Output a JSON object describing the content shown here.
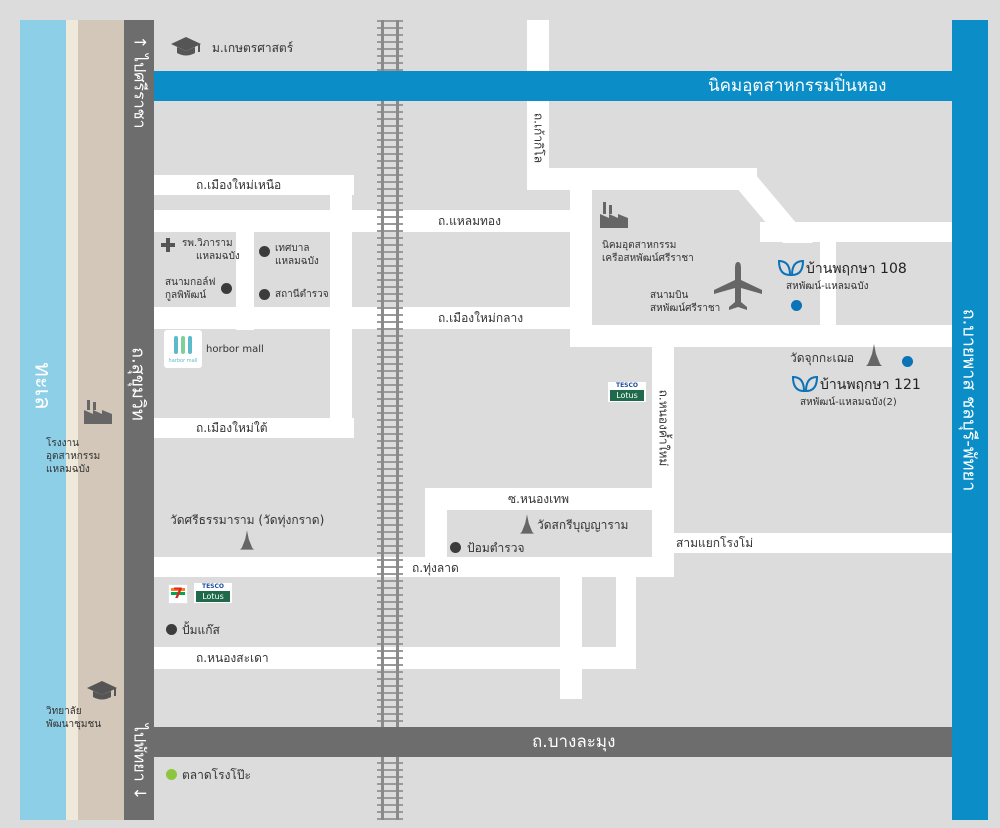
{
  "colors": {
    "sea": "#8ecfe8",
    "sand": "#d2c7b8",
    "land": "#dcdcdc",
    "main_road": "#6d6d6d",
    "blue_road": "#0b8ec8",
    "road": "#ffffff",
    "icon": "#555555",
    "label": "#333333",
    "project_blue": "#0b73b8",
    "market_green": "#8cc63f"
  },
  "roads": {
    "top_blue": "นิคมอุตสาหกรรมปิ่นหอง",
    "right_blue": "ถ.บายพาส ชลบุรี-พัทยา",
    "left_main": "ถ.สุขุมวิท",
    "bottom_main": "ถ.บางละมุง",
    "to_sriracha": "↑ ไปศรีราชา",
    "to_pattaya": "ไปพัทยา ↓",
    "kaokilo": "ถ.เก้ากิโล",
    "mueang_mai_nuea": "ถ.เมืองใหม่เหนือ",
    "laem_thong": "ถ.แหลมทอง",
    "mueang_mai_klang": "ถ.เมืองใหม่กลาง",
    "mueang_mai_tai": "ถ.เมืองใหม่ใต้",
    "nong_kham_mai": "ถ.หนองค้ำใหม่",
    "soi_nong_thep": "ซ.หนองเทพ",
    "hung_lat": "ถ.ทุ่งลาด",
    "nong_sa_dao": "ถ.หนองสะเดา",
    "sam_yaek": "สามแยกโรงโม่"
  },
  "sea": "ทะเล",
  "places": {
    "kaset": "ม.เกษตรศาสตร์",
    "hospital": [
      "รพ.วิภาราม",
      "แหลมฉบัง"
    ],
    "municipality": [
      "เทศบาล",
      "แหลมฉบัง"
    ],
    "golf": [
      "สนามกอล์ฟ",
      "กูลพิพัฒน์"
    ],
    "police_station": "สถานีตำรวจ",
    "harbor": "horbor mall",
    "harbor_logo": "harbor mall",
    "industrial_estate": [
      "นิคมอุตสาหกรรม",
      "เครือสหพัฒน์ศรีราชา"
    ],
    "airport": [
      "สนามบิน",
      "สหพัฒน์ศรีราชา"
    ],
    "factory_left": [
      "โรงงาน",
      "อุตสาหกรรม",
      "แหลมฉบัง"
    ],
    "wat_chuk": "วัดจุกกะเฌอ",
    "wat_sri": "วัดศรีธรรมาราม (วัดทุ่งกราด)",
    "wat_sakri": "วัดสกรีบุญญาราม",
    "police_box": "ป้อมตำรวจ",
    "gas": "ปั้มแก๊ส",
    "college": [
      "วิทยาลัย",
      "พัฒนาชุมชน"
    ],
    "market": "ตลาดโรงโป๊ะ",
    "tesco_top": "TESCO",
    "tesco_bottom": "Lotus",
    "seven": "7"
  },
  "projects": [
    {
      "name": "บ้านพฤกษา 108",
      "sub": "สหพัฒน์-แหลมฉบัง"
    },
    {
      "name": "บ้านพฤกษา 121",
      "sub": "สหพัฒน์-แหลมฉบัง(2)"
    }
  ]
}
